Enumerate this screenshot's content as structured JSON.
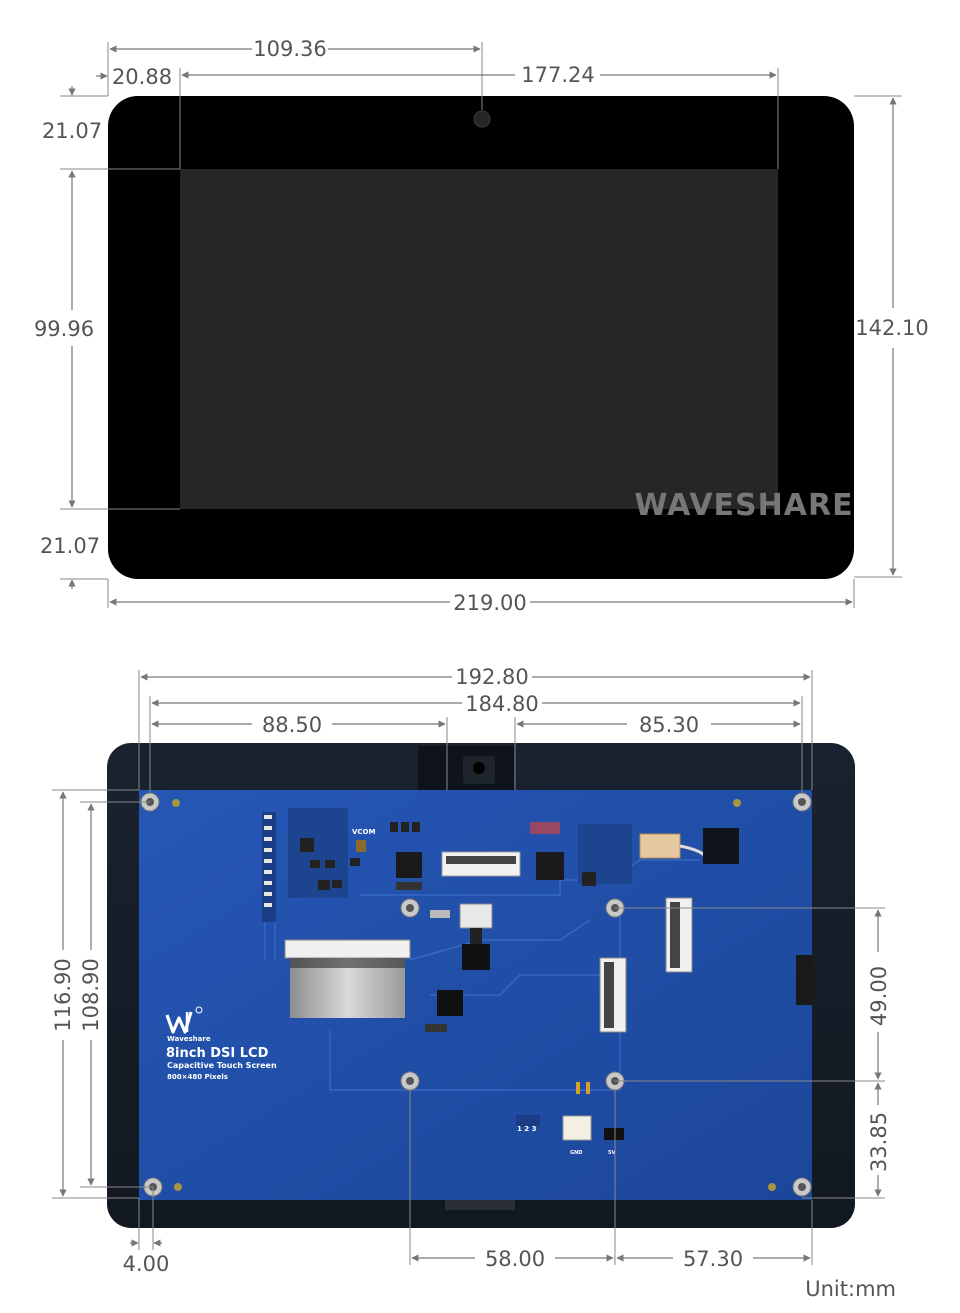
{
  "front_view": {
    "dimensions": {
      "camera_offset": "109.36",
      "display_offset": "20.88",
      "display_width": "177.24",
      "top_border": "21.07",
      "display_height": "99.96",
      "bottom_border": "21.07",
      "total_height": "142.10",
      "total_width": "219.00"
    },
    "watermark": "WAVESHARE"
  },
  "back_view": {
    "dimensions": {
      "board_width": "192.80",
      "hole_span_width": "184.80",
      "left_to_center": "88.50",
      "center_to_right": "85.30",
      "board_height": "116.90",
      "hole_span_height": "108.90",
      "inner_hole_height": "49.00",
      "lower_hole_offset": "33.85",
      "edge_offset": "4.00",
      "inner_hole_spacing": "58.00",
      "inner_to_edge": "57.30"
    },
    "board_label": {
      "brand": "Waveshare",
      "product": "8inch DSI LCD",
      "subtitle": "Capacitive Touch Screen",
      "resolution": "800×480 Pixels",
      "vcom": "VCOM",
      "gnd": "GND",
      "v5": "5V",
      "pins": "1 2 3"
    }
  },
  "unit": "Unit:mm",
  "colors": {
    "bezel": "#000000",
    "display": "#262626",
    "pcb": "#1f4fa6",
    "back_frame": "#1b2430"
  }
}
